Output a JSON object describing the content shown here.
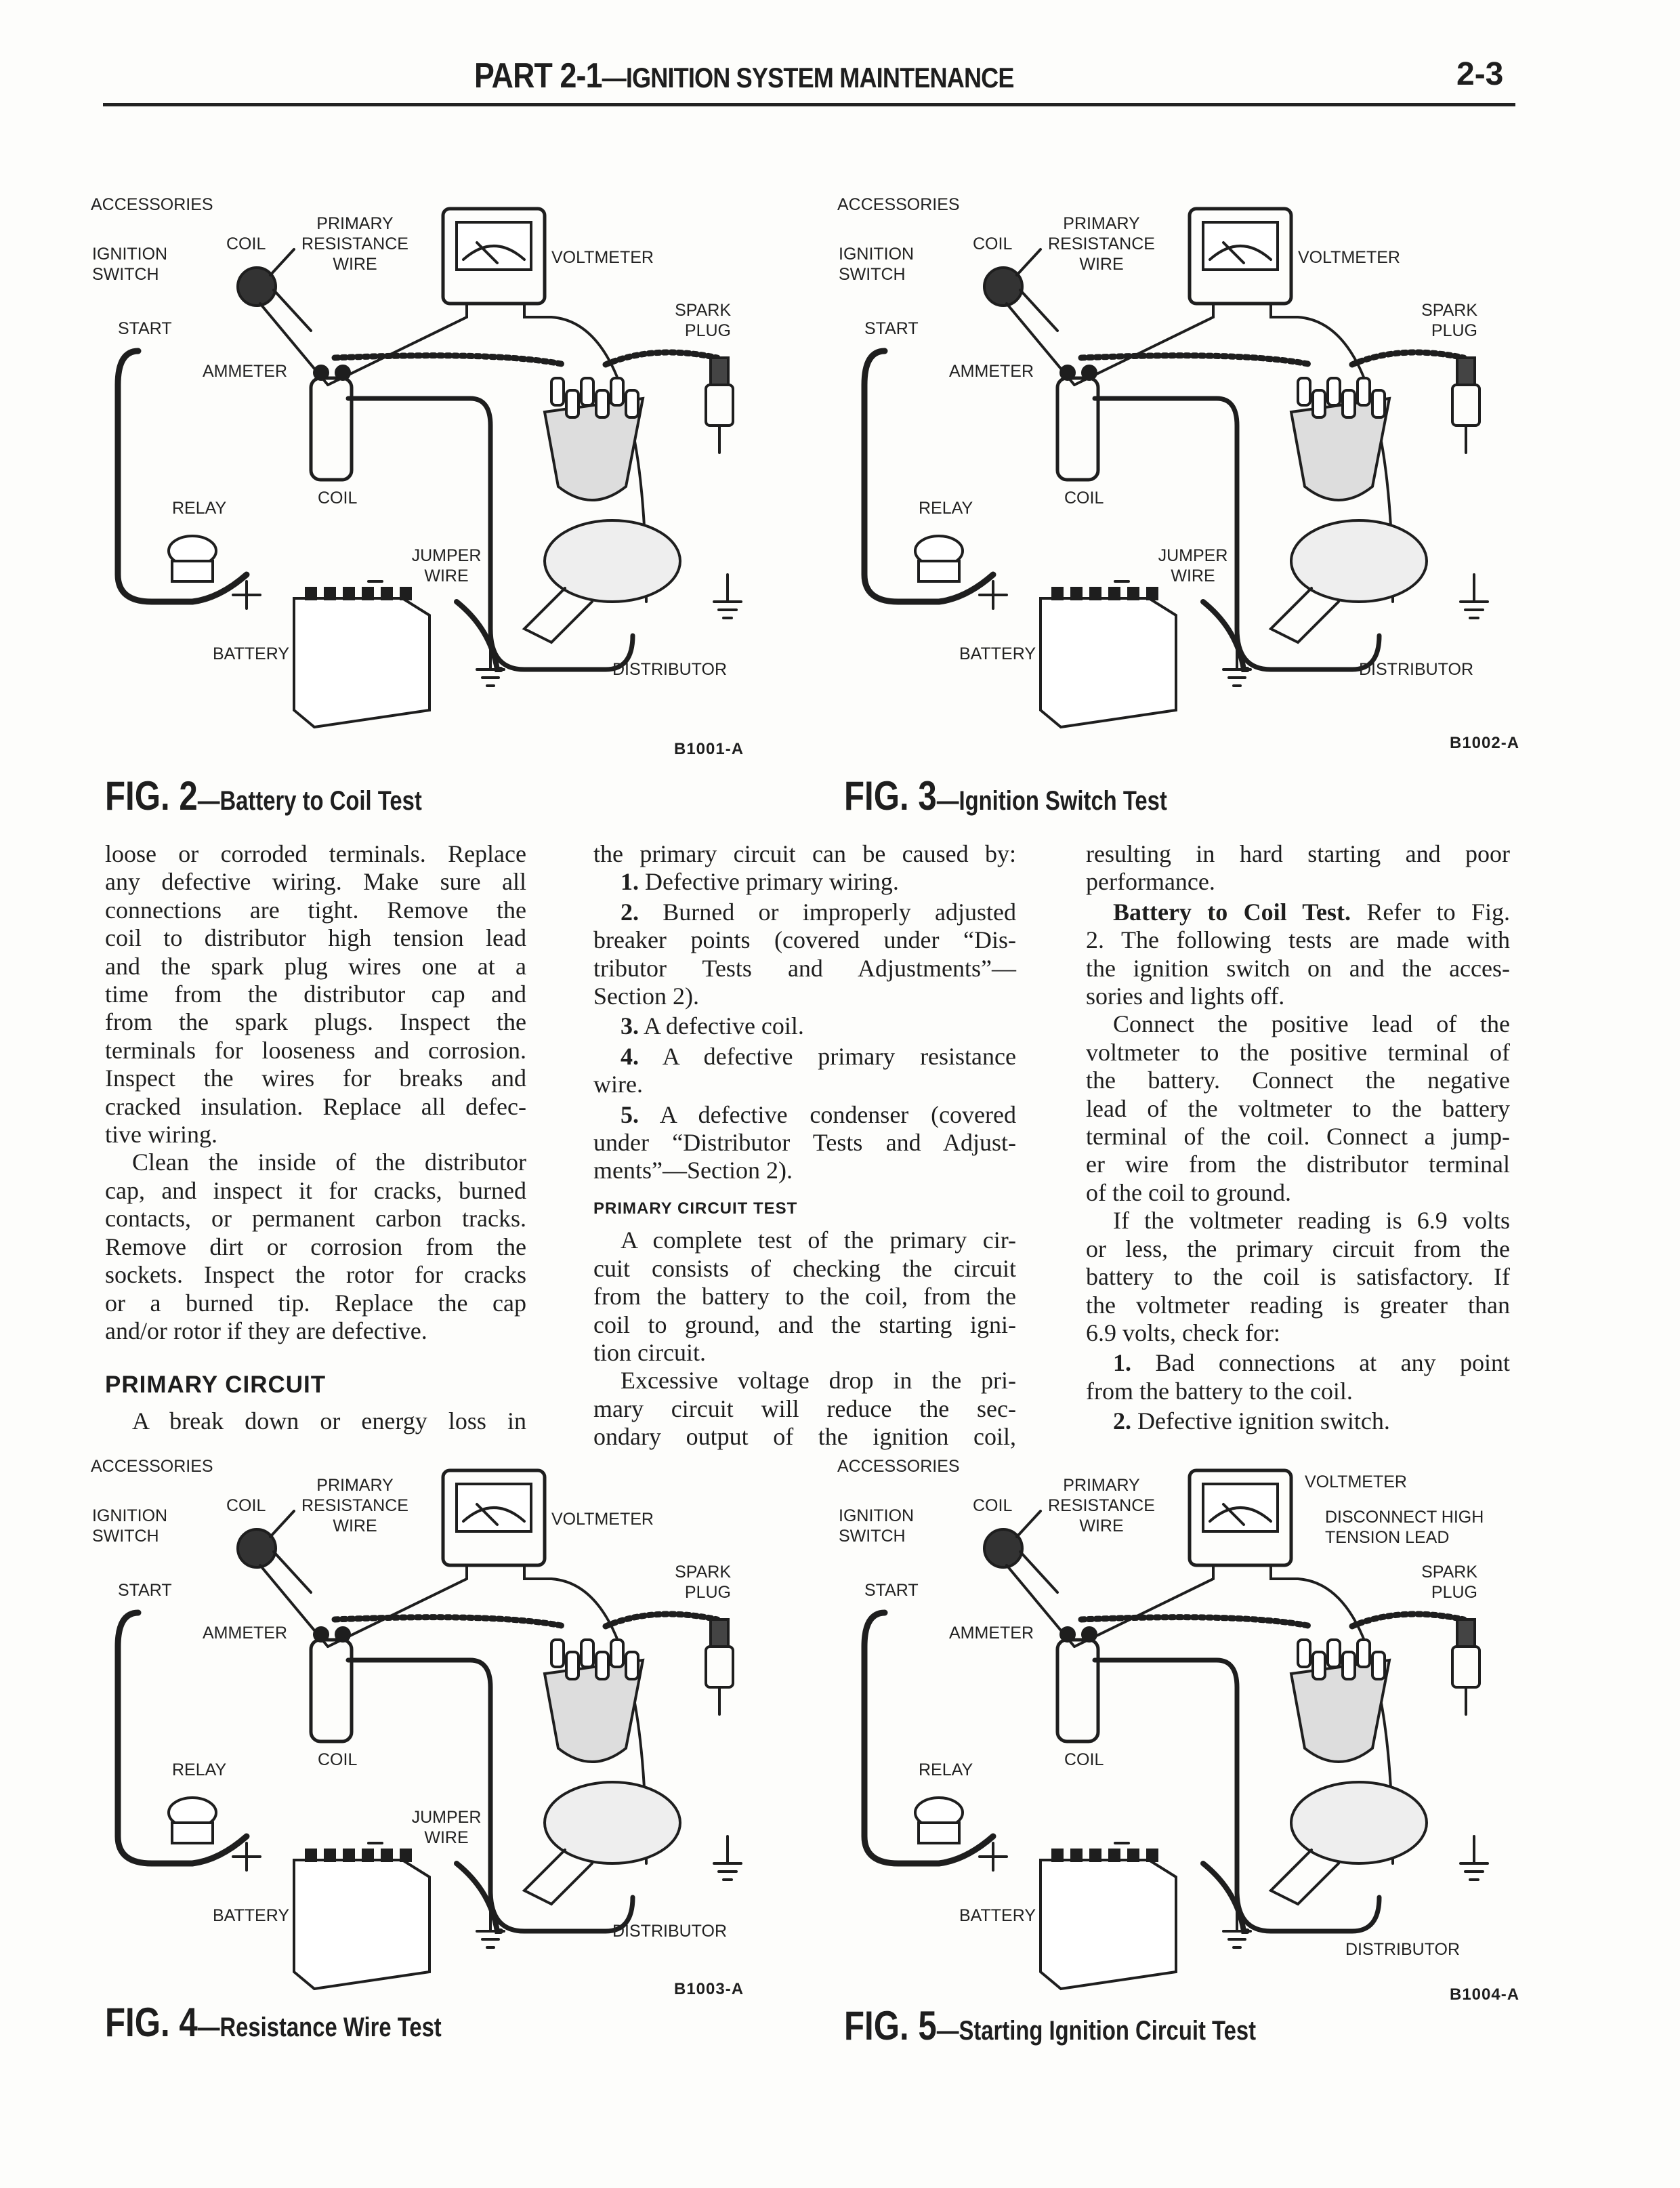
{
  "header": {
    "part": "PART 2-1",
    "title": "—IGNITION SYSTEM MAINTENANCE",
    "page_number": "2-3"
  },
  "figures": [
    {
      "id": "fig-2",
      "number": "FIG. 2",
      "caption": "—Battery to Coil Test",
      "code": "B1001-A",
      "labels": {
        "accessories": [
          "ACCESSORIES"
        ],
        "ignition_switch": [
          "IGNITION",
          "SWITCH"
        ],
        "coil_top": [
          "COIL"
        ],
        "primary_resistance_wire": [
          "PRIMARY",
          "RESISTANCE",
          "WIRE"
        ],
        "voltmeter": [
          "VOLTMETER"
        ],
        "spark_plug": [
          "SPARK",
          "PLUG"
        ],
        "start": [
          "START"
        ],
        "ammeter": [
          "AMMETER"
        ],
        "coil": [
          "COIL"
        ],
        "relay": [
          "RELAY"
        ],
        "jumper_wire": [
          "JUMPER",
          "WIRE"
        ],
        "battery": [
          "BATTERY"
        ],
        "distributor": [
          "DISTRIBUTOR"
        ]
      }
    },
    {
      "id": "fig-3",
      "number": "FIG. 3",
      "caption": "—Ignition Switch Test",
      "code": "B1002-A",
      "labels": {
        "accessories": [
          "ACCESSORIES"
        ],
        "ignition_switch": [
          "IGNITION",
          "SWITCH"
        ],
        "coil_top": [
          "COIL"
        ],
        "primary_resistance_wire": [
          "PRIMARY",
          "RESISTANCE",
          "WIRE"
        ],
        "voltmeter": [
          "VOLTMETER"
        ],
        "spark_plug": [
          "SPARK",
          "PLUG"
        ],
        "start": [
          "START"
        ],
        "ammeter": [
          "AMMETER"
        ],
        "coil": [
          "COIL"
        ],
        "relay": [
          "RELAY"
        ],
        "jumper_wire": [
          "JUMPER",
          "WIRE"
        ],
        "battery": [
          "BATTERY"
        ],
        "distributor": [
          "DISTRIBUTOR"
        ]
      }
    },
    {
      "id": "fig-4",
      "number": "FIG. 4",
      "caption": "—Resistance Wire Test",
      "code": "B1003-A",
      "labels": {
        "accessories": [
          "ACCESSORIES"
        ],
        "ignition_switch": [
          "IGNITION",
          "SWITCH"
        ],
        "coil_top": [
          "COIL"
        ],
        "primary_resistance_wire": [
          "PRIMARY",
          "RESISTANCE",
          "WIRE"
        ],
        "voltmeter": [
          "VOLTMETER"
        ],
        "spark_plug": [
          "SPARK",
          "PLUG"
        ],
        "start": [
          "START"
        ],
        "ammeter": [
          "AMMETER"
        ],
        "coil": [
          "COIL"
        ],
        "relay": [
          "RELAY"
        ],
        "jumper_wire": [
          "JUMPER",
          "WIRE"
        ],
        "battery": [
          "BATTERY"
        ],
        "distributor": [
          "DISTRIBUTOR"
        ]
      }
    },
    {
      "id": "fig-5",
      "number": "FIG. 5",
      "caption": "—Starting Ignition Circuit Test",
      "code": "B1004-A",
      "labels": {
        "accessories": [
          "ACCESSORIES"
        ],
        "ignition_switch": [
          "IGNITION",
          "SWITCH"
        ],
        "coil_top": [
          "COIL"
        ],
        "primary_resistance_wire": [
          "PRIMARY",
          "RESISTANCE",
          "WIRE"
        ],
        "voltmeter": [
          "VOLTMETER"
        ],
        "disconnect": [
          "DISCONNECT HIGH",
          "TENSION LEAD"
        ],
        "spark_plug": [
          "SPARK",
          "PLUG"
        ],
        "start": [
          "START"
        ],
        "ammeter": [
          "AMMETER"
        ],
        "coil": [
          "COIL"
        ],
        "relay": [
          "RELAY"
        ],
        "battery": [
          "BATTERY"
        ],
        "distributor": [
          "DISTRIBUTOR"
        ]
      }
    }
  ],
  "columns": [
    [
      {
        "t": "loose or corroded terminals. Replace"
      },
      {
        "t": "any defective wiring. Make sure all"
      },
      {
        "t": "connections are tight. Remove the"
      },
      {
        "t": "coil to distributor high tension lead"
      },
      {
        "t": "and the spark plug wires one at a"
      },
      {
        "t": "time from the distributor cap and"
      },
      {
        "t": "from the spark plugs. Inspect the"
      },
      {
        "t": "terminals for looseness and corrosion."
      },
      {
        "t": "Inspect the wires for breaks and"
      },
      {
        "t": "cracked insulation. Replace all defec-"
      },
      {
        "t": "tive wiring.",
        "last": true
      },
      {
        "t": "Clean the inside of the distributor",
        "ind": true
      },
      {
        "t": "cap, and inspect it for cracks, burned"
      },
      {
        "t": "contacts, or permanent carbon tracks."
      },
      {
        "t": "Remove dirt or corrosion from the"
      },
      {
        "t": "sockets. Inspect the rotor for cracks"
      },
      {
        "t": "or a burned tip. Replace the cap"
      },
      {
        "t": "and/or rotor if they are defective.",
        "last": true
      },
      {
        "h1": "PRIMARY CIRCUIT"
      },
      {
        "t": "A break down or energy loss in",
        "ind": true
      }
    ],
    [
      {
        "t": "the primary circuit can be caused by:"
      },
      {
        "b": "1.",
        "t": " Defective primary wiring.",
        "ind": true,
        "last": true
      },
      {
        "b": "2.",
        "t": " Burned or improperly adjusted",
        "ind": true,
        "p": true
      },
      {
        "t": "breaker points (covered under “Dis-"
      },
      {
        "t": "tributor Tests and Adjustments”—"
      },
      {
        "t": "Section 2).",
        "last": true
      },
      {
        "b": "3.",
        "t": " A defective coil.",
        "ind": true,
        "last": true,
        "p": true
      },
      {
        "b": "4.",
        "t": " A defective primary resistance",
        "ind": true,
        "p": true
      },
      {
        "t": "wire.",
        "last": true
      },
      {
        "b": "5.",
        "t": " A defective condenser (covered",
        "ind": true,
        "p": true
      },
      {
        "t": "under “Distributor Tests and Adjust-"
      },
      {
        "t": "ments”—Section 2).",
        "last": true
      },
      {
        "h2": "PRIMARY CIRCUIT TEST"
      },
      {
        "t": "A complete test of the primary cir-",
        "ind": true
      },
      {
        "t": "cuit consists of checking the circuit"
      },
      {
        "t": "from the battery to the coil, from the"
      },
      {
        "t": "coil to ground, and the starting igni-"
      },
      {
        "t": "tion circuit.",
        "last": true
      },
      {
        "t": "Excessive voltage drop in the pri-",
        "ind": true
      },
      {
        "t": "mary circuit will reduce the sec-"
      },
      {
        "t": "ondary output of the ignition coil,"
      }
    ],
    [
      {
        "t": "resulting in hard starting and poor"
      },
      {
        "t": "performance.",
        "last": true
      },
      {
        "b": "Battery to Coil Test.",
        "t": " Refer to Fig.",
        "ind": true,
        "p": true
      },
      {
        "t": "2. The following tests are made with"
      },
      {
        "t": "the ignition switch on and the acces-"
      },
      {
        "t": "sories and lights off.",
        "last": true
      },
      {
        "t": "Connect the positive lead of the",
        "ind": true
      },
      {
        "t": "voltmeter to the positive terminal of"
      },
      {
        "t": "the battery. Connect the negative"
      },
      {
        "t": "lead of the voltmeter to the battery"
      },
      {
        "t": "terminal of the coil. Connect a jump-"
      },
      {
        "t": "er wire from the distributor terminal"
      },
      {
        "t": "of the coil to ground.",
        "last": true
      },
      {
        "t": "If the voltmeter reading is 6.9 volts",
        "ind": true
      },
      {
        "t": "or less, the primary circuit from the"
      },
      {
        "t": "battery to the coil is satisfactory. If"
      },
      {
        "t": "the voltmeter reading is greater than"
      },
      {
        "t": "6.9 volts, check for:",
        "last": true
      },
      {
        "b": "1.",
        "t": " Bad connections at any point",
        "ind": true,
        "p": true
      },
      {
        "t": "from the battery to the coil.",
        "last": true
      },
      {
        "b": "2.",
        "t": " Defective ignition switch.",
        "ind": true,
        "last": true,
        "p": true
      }
    ]
  ],
  "colors": {
    "ink": "#1e1e1e",
    "paper": "#fdfdfb"
  }
}
